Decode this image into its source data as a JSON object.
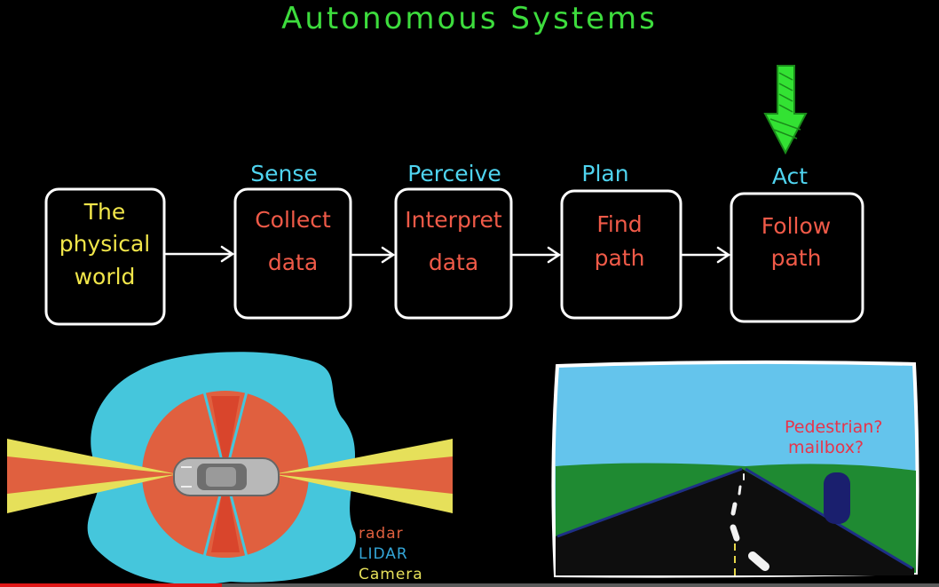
{
  "title": "Autonomous Systems",
  "stages": [
    {
      "label": "",
      "lines": [
        "The",
        "physical",
        "world"
      ],
      "color": "#f1e64a"
    },
    {
      "label": "Sense",
      "lines": [
        "Collect",
        "data"
      ],
      "color": "#f05a48"
    },
    {
      "label": "Perceive",
      "lines": [
        "Interpret",
        "data"
      ],
      "color": "#f05a48"
    },
    {
      "label": "Plan",
      "lines": [
        "Find",
        "path"
      ],
      "color": "#f05a48"
    },
    {
      "label": "Act",
      "lines": [
        "Follow",
        "path"
      ],
      "color": "#f05a48"
    }
  ],
  "legend": {
    "radar": "radar",
    "lidar": "LIDAR",
    "camera": "Camera"
  },
  "legend_colors": {
    "radar": "#e0603f",
    "lidar": "#34a6d8",
    "camera": "#e6e05a"
  },
  "road_scene": {
    "note_line1": "Pedestrian?",
    "note_line2": "mailbox?"
  },
  "icons": {
    "highlight_arrow": "down-arrow-icon",
    "car": "car-icon"
  }
}
